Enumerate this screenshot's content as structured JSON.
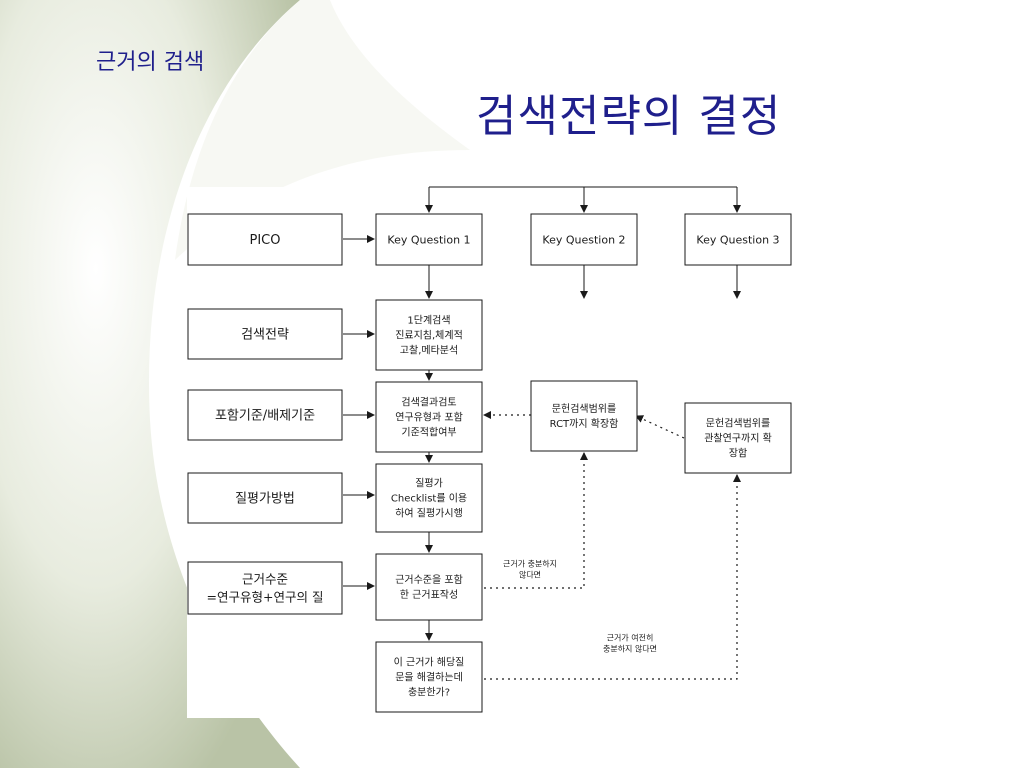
{
  "slide": {
    "section_label": "근거의 검색",
    "title": "검색전략의 결정"
  },
  "colors": {
    "title": "#1f1f8c",
    "box_border": "#1a1a1a",
    "text": "#1a1a1a",
    "background_swoosh": "#c9d1b8"
  },
  "diagram": {
    "nodes": {
      "pico": [
        "PICO"
      ],
      "search_strategy": [
        "검색전략"
      ],
      "inclusion_criteria": [
        "포함기준/배제기준"
      ],
      "quality_method": [
        "질평가방법"
      ],
      "evidence_level": [
        "근거수준",
        "=연구유형+연구의 질"
      ],
      "kq1": [
        "Key Question 1"
      ],
      "kq2": [
        "Key Question 2"
      ],
      "kq3": [
        "Key Question 3"
      ],
      "step1_search": [
        "1단계검색",
        "진료지침,체계적",
        "고찰,메타분석"
      ],
      "review_results": [
        "검색결과검토",
        "연구유형과 포함",
        "기준적합여부"
      ],
      "quality_assessment": [
        "질평가",
        "Checklist를 이용",
        "하여 질평가시행"
      ],
      "evidence_table": [
        "근거수준을 포함",
        "한 근거표작성"
      ],
      "sufficiency_check": [
        "이 근거가 해당질",
        "문을 해결하는데",
        "충분한가?"
      ],
      "expand_rct": [
        "문헌검색범위를",
        "RCT까지 확장함"
      ],
      "expand_observational": [
        "문헌검색범위를",
        "관찰연구까지 확",
        "장함"
      ]
    },
    "edge_labels": {
      "insufficient": [
        "근거가 충분하지",
        "않다면"
      ],
      "still_insufficient": [
        "근거가 여전히",
        "충분하지 않다면"
      ]
    }
  }
}
